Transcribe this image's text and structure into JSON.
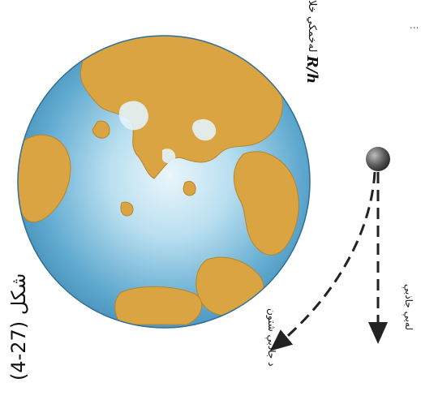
{
  "figure": {
    "caption": "(4-27) شکل",
    "label_top": "لەخمکي خلا",
    "label_top_symbol": "R/h",
    "label_vertical_path": "لەبې جاذبې",
    "label_curved_path": "د جاذبې شتون",
    "top_right_mark": "..."
  },
  "colors": {
    "ocean": "#5fa9cf",
    "ocean_light": "#d7eef8",
    "land": "#d9a441",
    "land_dark": "#b9842a",
    "ball": "#5a5a5a",
    "arrow": "#222222"
  },
  "icons": {
    "globe": "earth-globe-icon",
    "ball": "projectile-ball-icon",
    "arrow": "dashed-arrow-icon"
  }
}
